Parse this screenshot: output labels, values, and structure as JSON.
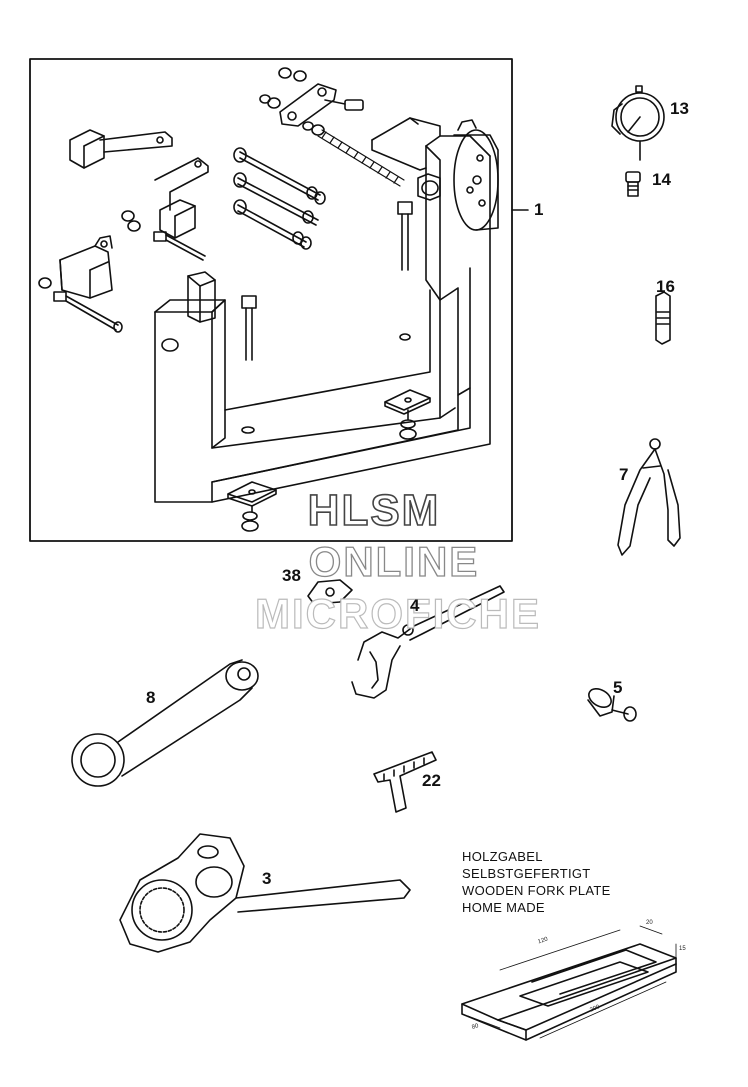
{
  "callouts": {
    "c1": "1",
    "c13": "13",
    "c14": "14",
    "c16": "16",
    "c7": "7",
    "c38": "38",
    "c4": "4",
    "c5": "5",
    "c8": "8",
    "c22": "22",
    "c3": "3"
  },
  "wooden_fork_note": {
    "line1": "HOLZGABEL",
    "line2": "SELBSTGEFERTIGT",
    "line3": "WOODEN FORK PLATE",
    "line4": "HOME MADE"
  },
  "dimensions": {
    "d120": "120",
    "d20": "20",
    "d15": "15",
    "d80": "80",
    "d200": "200"
  },
  "watermark": {
    "line1": "HLSM",
    "line2": "ONLINE",
    "line3": "MICROFICHE"
  }
}
